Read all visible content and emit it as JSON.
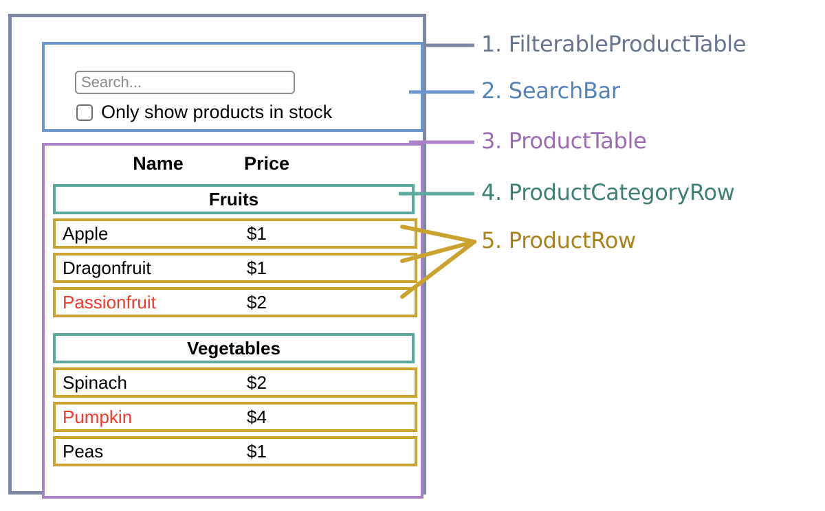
{
  "colors": {
    "outer_box": "#7d89a3",
    "search_box": "#6a95cd",
    "product_table_box": "#ab82c8",
    "category_row": "#5da99f",
    "product_row": "#c9a22f",
    "out_of_stock_text": "#f0392a",
    "label_1": "#66748c",
    "label_2": "#5582b8",
    "label_3": "#9a6cb4",
    "label_4": "#3f7f75",
    "label_5": "#a8821f",
    "text": "#000000",
    "placeholder": "#8a8a8a"
  },
  "search_bar": {
    "input_placeholder": "Search...",
    "input_value": "",
    "checkbox_label": "Only show products in stock",
    "checkbox_checked": false
  },
  "product_table": {
    "headers": [
      "Name",
      "Price"
    ],
    "groups": [
      {
        "category": "Fruits",
        "rows": [
          {
            "name": "Apple",
            "price": "$1",
            "in_stock": true
          },
          {
            "name": "Dragonfruit",
            "price": "$1",
            "in_stock": true
          },
          {
            "name": "Passionfruit",
            "price": "$2",
            "in_stock": false
          }
        ]
      },
      {
        "category": "Vegetables",
        "rows": [
          {
            "name": "Spinach",
            "price": "$2",
            "in_stock": true
          },
          {
            "name": "Pumpkin",
            "price": "$4",
            "in_stock": false
          },
          {
            "name": "Peas",
            "price": "$1",
            "in_stock": true
          }
        ]
      }
    ]
  },
  "annotations": [
    {
      "number": "1.",
      "name": "FilterableProductTable",
      "text": "1. FilterableProductTable"
    },
    {
      "number": "2.",
      "name": "SearchBar",
      "text": "2. SearchBar"
    },
    {
      "number": "3.",
      "name": "ProductTable",
      "text": "3. ProductTable"
    },
    {
      "number": "4.",
      "name": "ProductCategoryRow",
      "text": "4. ProductCategoryRow"
    },
    {
      "number": "5.",
      "name": "ProductRow",
      "text": "5. ProductRow"
    }
  ]
}
